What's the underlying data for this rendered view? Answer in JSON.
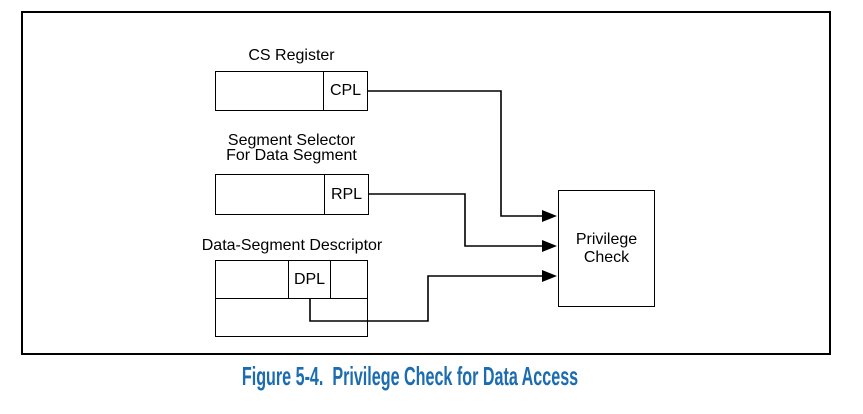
{
  "caption": "Figure 5-4.  Privilege Check for Data Access",
  "colors": {
    "caption_text": "#1B6CB0",
    "diagram_line": "#000000",
    "background": "#ffffff"
  },
  "diagram": {
    "cs_register": {
      "title": "CS Register",
      "field_label": "CPL"
    },
    "segment_selector": {
      "title_line1": "Segment Selector",
      "title_line2": "For Data Segment",
      "field_label": "RPL"
    },
    "data_segment_descriptor": {
      "title": "Data-Segment Descriptor",
      "field_label": "DPL"
    },
    "privilege_check": {
      "label_line1": "Privilege",
      "label_line2": "Check"
    }
  }
}
